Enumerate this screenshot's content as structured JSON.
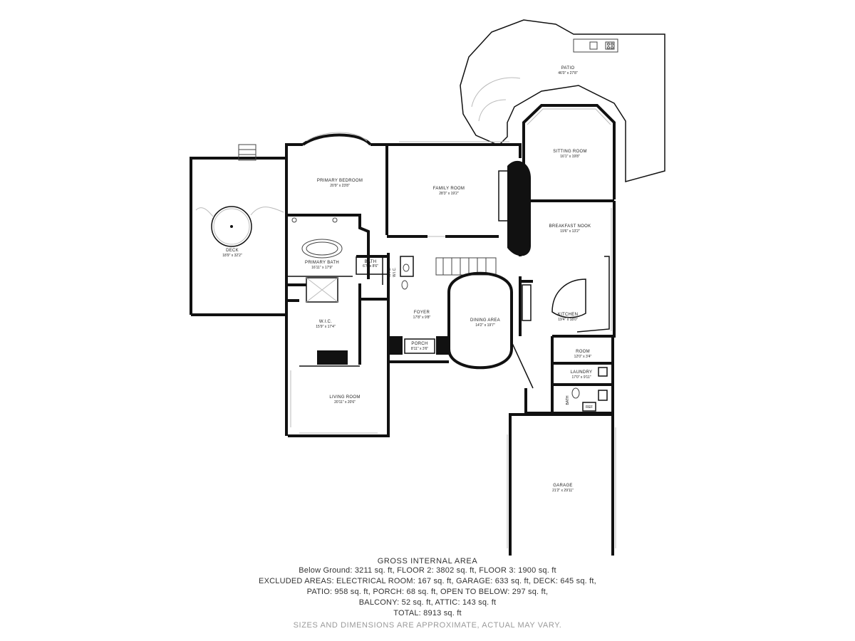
{
  "rooms": {
    "patio": {
      "name": "PATIO",
      "dims": "46'0\" x 27'8\""
    },
    "sitting_room": {
      "name": "SITTING ROOM",
      "dims": "16'1\" x 19'8\""
    },
    "family_room": {
      "name": "FAMILY ROOM",
      "dims": "28'3\" x 19'2\""
    },
    "primary_bedroom": {
      "name": "PRIMARY BEDROOM",
      "dims": "20'9\" x 23'8\""
    },
    "deck": {
      "name": "DECK",
      "dims": "18'9\" x 32'2\""
    },
    "primary_bath": {
      "name": "PRIMARY BATH",
      "dims": "16'11\" x 17'9\""
    },
    "bath_1": {
      "name": "BATH",
      "dims": "6'7\" x 8'6\""
    },
    "walk_in_closet": {
      "name": "W.I.C.",
      "dims": "15'9\" x 17'4\""
    },
    "foyer": {
      "name": "FOYER",
      "dims": "17'8\" x 9'8\""
    },
    "porch": {
      "name": "PORCH",
      "dims": "8'11\" x 3'6\""
    },
    "dining_area": {
      "name": "DINING AREA",
      "dims": "14'2\" x 19'7\""
    },
    "breakfast_nook": {
      "name": "BREAKFAST NOOK",
      "dims": "19'6\" x 13'2\""
    },
    "kitchen": {
      "name": "KITCHEN",
      "dims": "19'4\" x 18'0\""
    },
    "room": {
      "name": "ROOM",
      "dims": "12'0\" x 3'4\""
    },
    "laundry": {
      "name": "LAUNDRY",
      "dims": "17'0\" x 9'11\""
    },
    "bath_2": {
      "name": "BATH",
      "dims": ""
    },
    "living_room": {
      "name": "LIVING ROOM",
      "dims": "20'11\" x 20'6\""
    },
    "garage": {
      "name": "GARAGE",
      "dims": "21'2\" x 29'11\""
    }
  },
  "small_labels": {
    "wic_1": "W.I.C.",
    "wic_2": "W.I.C.",
    "ref": "REF"
  },
  "footer": {
    "title": "GROSS INTERNAL AREA",
    "line1": "Below Ground: 3211 sq. ft, FLOOR 2: 3802 sq. ft, FLOOR 3: 1900 sq. ft",
    "line2": "EXCLUDED AREAS: ELECTRICAL ROOM: 167 sq. ft, GARAGE: 633 sq. ft, DECK: 645 sq. ft,",
    "line3": "PATIO: 958 sq. ft, PORCH: 68 sq. ft, OPEN TO BELOW: 297 sq. ft,",
    "line4": "BALCONY: 52 sq. ft, ATTIC: 143 sq. ft",
    "line5": "TOTAL: 8913 sq. ft",
    "disclaimer": "SIZES AND DIMENSIONS ARE APPROXIMATE, ACTUAL MAY VARY."
  }
}
